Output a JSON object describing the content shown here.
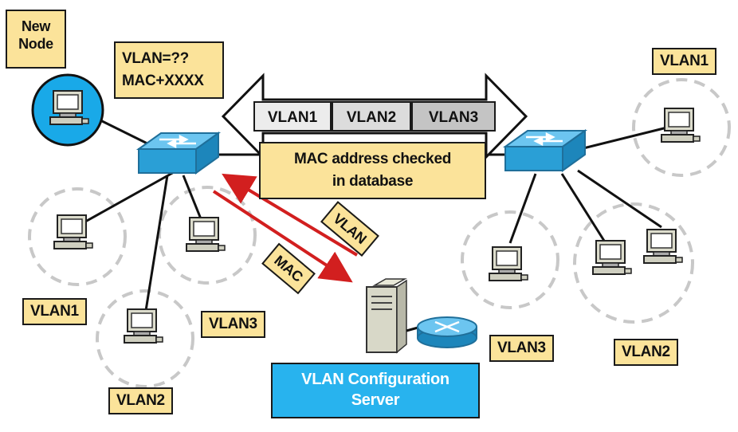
{
  "new_node_label": "New\nNode",
  "unknown_label": "VLAN=??\nMAC+XXXX",
  "trunk_segments": [
    "VLAN1",
    "VLAN2",
    "VLAN3"
  ],
  "check_label": "MAC address checked\nin database",
  "arrow_labels": {
    "vlan": "VLAN",
    "mac": "MAC"
  },
  "left_vlans": {
    "vlan1": "VLAN1",
    "vlan2": "VLAN2",
    "vlan3": "VLAN3"
  },
  "right_vlans": {
    "vlan1": "VLAN1",
    "vlan2": "VLAN2",
    "vlan3": "VLAN3"
  },
  "server_label": "VLAN Configuration\nServer",
  "colors": {
    "label_fill": "#fbe39a",
    "switch_blue": "#2a9fd6",
    "node_blue": "#19a9e8",
    "arrow_red": "#d21f1f",
    "server_blue": "#28b3ee",
    "circle_gray": "#c8c8c8"
  }
}
